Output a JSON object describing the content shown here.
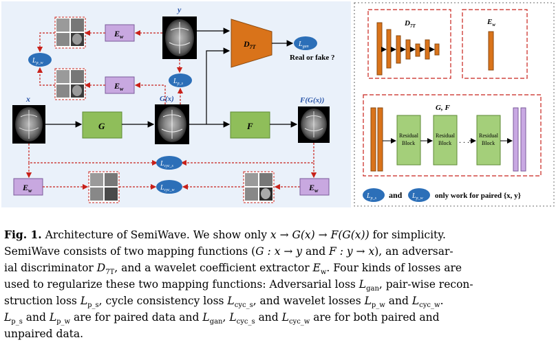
{
  "figure": {
    "labels": {
      "x": "x",
      "y": "y",
      "gx": "G(x)",
      "fgx": "F(G(x))",
      "g": "G",
      "f": "F",
      "ew": "E",
      "ew_sub": "w",
      "d7t": "D",
      "d7t_sub": "7T",
      "real_fake": "Real or fake ?",
      "lgan": "L",
      "lgan_sub": "gan",
      "lps": "L",
      "lps_sub": "p_s",
      "lpw": "L",
      "lpw_sub": "p_w",
      "lcycs": "L",
      "lcycs_sub": "cyc_s",
      "lcycw": "L",
      "lcycw_sub": "cyc_w",
      "residual_block": "Residual Block",
      "residual_line1": "Residual",
      "residual_line2": "Block",
      "dots": ". . .",
      "gf_title": "G, F",
      "d7t_title": "D",
      "d7t_title_sub": "7T",
      "ew_title": "E",
      "ew_title_sub": "w",
      "legend_and": "and",
      "legend_text": "only work for paired {x, y}"
    },
    "colors": {
      "left_bg": "#eaf1fa",
      "module_green": "#8fbe5a",
      "ew_purple": "#c8a8e0",
      "disc_orange": "#d9731a",
      "ellipse_blue": "#2c6fb8",
      "arrow_red": "#c8211a",
      "residual_green": "#a4cf7a",
      "purple_bar": "#c9a9e3"
    }
  },
  "caption": {
    "fig_label": "Fig. 1.",
    "line1_a": "Architecture of SemiWave. We show only ",
    "line1_math": "x → G(x) → F(G(x))",
    "line1_b": " for simplicity.",
    "line2_a": "SemiWave consists of two mapping functions (",
    "line2_m1": "G : x → y",
    "line2_b": " and ",
    "line2_m2": "F : y → x",
    "line2_c": "), an adversar-",
    "line3_a": "ial discriminator ",
    "line3_m": "D",
    "line3_sub": "7T",
    "line3_b": ", and a wavelet coefficient extractor ",
    "line3_m2": "E",
    "line3_sub2": "w",
    "line3_c": ". Four kinds of losses are",
    "line4_a": "used to regularize these two mapping functions: Adversarial loss ",
    "line4_m": "L",
    "line4_sub": "gan",
    "line4_b": ", pair-wise recon-",
    "line5_a": "struction loss ",
    "line5_m1": "L",
    "line5_sub1": "p_s",
    "line5_b": ", cycle consistency loss ",
    "line5_m2": "L",
    "line5_sub2": "cyc_s",
    "line5_c": ", and wavelet losses ",
    "line5_m3": "L",
    "line5_sub3": "p_w",
    "line5_d": " and ",
    "line5_m4": "L",
    "line5_sub4": "cyc_w",
    "line5_e": ".",
    "line6_m1": "L",
    "line6_sub1": "p_s",
    "line6_a": " and ",
    "line6_m2": "L",
    "line6_sub2": "p_w",
    "line6_b": " are for paired data and ",
    "line6_m3": "L",
    "line6_sub3": "gan",
    "line6_c": ", ",
    "line6_m4": "L",
    "line6_sub4": "cyc_s",
    "line6_d": " and ",
    "line6_m5": "L",
    "line6_sub5": "cyc_w",
    "line6_e": " are for both paired and",
    "line7": "unpaired data."
  }
}
